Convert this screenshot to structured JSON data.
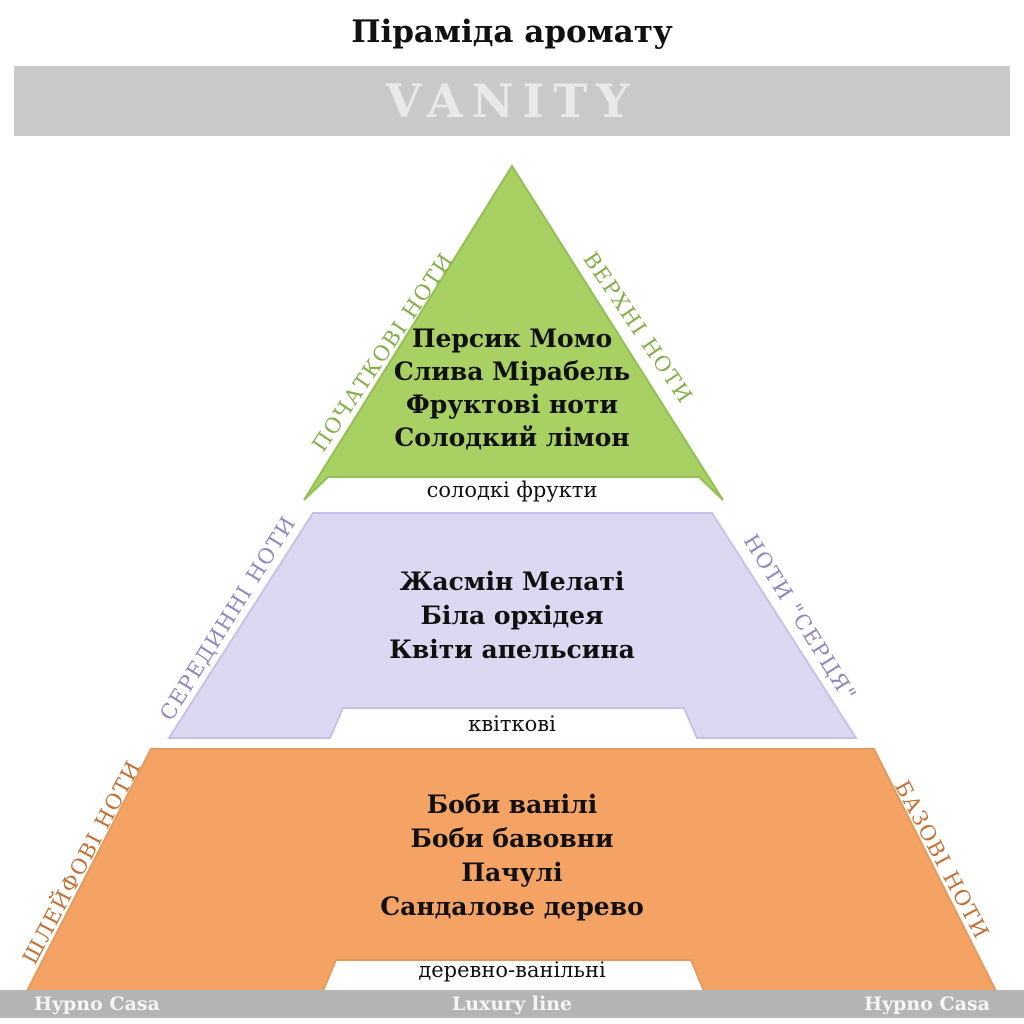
{
  "title": "Піраміда аромату",
  "banner": {
    "text": "VANITY"
  },
  "tiers": [
    {
      "name": "top-notes",
      "left_label": "ПОЧАТКОВІ НОТИ",
      "right_label": "ВЕРХНІ НОТИ",
      "notes": [
        "Персик Момо",
        "Слива Мірабель",
        "Фруктові ноти",
        "Солодкий лімон"
      ],
      "caption": "солодкі фрукти",
      "fill": "#a8d063",
      "label_color": "#85ad48"
    },
    {
      "name": "heart-notes",
      "left_label": "СЕРЕДИННІ НОТИ",
      "right_label": "НОТИ \"СЕРЦЯ\"",
      "notes": [
        "Жасмін Мелаті",
        "Біла орхідея",
        "Квіти апельсина"
      ],
      "caption": "квіткові",
      "fill": "#ded7f1",
      "label_color": "#9286c1"
    },
    {
      "name": "base-notes",
      "left_label": "ШЛЕЙФОВІ НОТИ",
      "right_label": "БАЗОВІ НОТИ",
      "notes": [
        "Боби ванілі",
        "Боби бавовни",
        "Пачулі",
        "Сандалове дерево"
      ],
      "caption": "деревно-ванільні",
      "fill": "#f4a365",
      "label_color": "#c17134"
    }
  ],
  "footer": {
    "left": "Hypno Casa",
    "center": "Luxury line",
    "right": "Hypno Casa"
  },
  "colors": {
    "banner_bg": "#c9c9c9",
    "banner_text": "#e9e9e9",
    "footer_bg": "#b4b4b4",
    "footer_text": "#f5f5f5"
  }
}
